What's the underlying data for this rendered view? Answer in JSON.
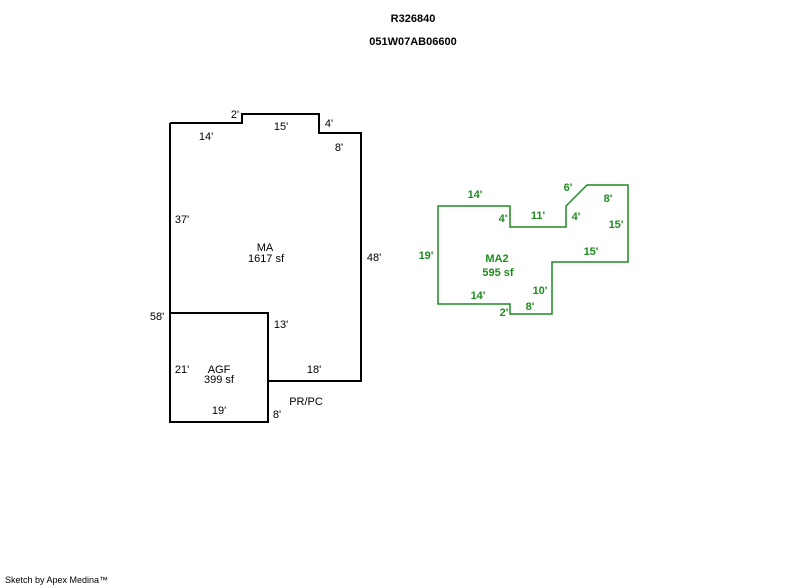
{
  "header": {
    "parcel_id": "R326840",
    "map_number": "051W07AB06600"
  },
  "footer": {
    "credit": "Sketch by Apex Medina™"
  },
  "colors": {
    "main_outline": "#000000",
    "ma2_outline": "#1e8c1e"
  },
  "areas": {
    "ma": {
      "name": "MA",
      "area": "1617 sf"
    },
    "agf": {
      "name": "AGF",
      "area": "399 sf"
    },
    "ma2": {
      "name": "MA2",
      "area": "595 sf"
    },
    "porch": {
      "name": "PR/PC"
    }
  },
  "dimensions": {
    "ma": {
      "step_up": "2'",
      "top_left": "14'",
      "top_middle": "15'",
      "step_down": "4'",
      "right_offset": "8'",
      "left_upper": "37'",
      "right": "48'",
      "left_total": "58'",
      "bottom_right": "18'"
    },
    "agf": {
      "right_upper": "13'",
      "left": "21'",
      "bottom": "19'",
      "right_lower": "8'"
    },
    "ma2": {
      "top_left": "14'",
      "left": "19'",
      "notch_depth": "4'",
      "notch_bottom": "11'",
      "notch_right": "4'",
      "diagonal": "6'",
      "top_right": "8'",
      "right": "15'",
      "ledge": "15'",
      "step_down": "10'",
      "bottom_right": "8'",
      "bottom_left": "14'",
      "step_small": "2'"
    }
  }
}
